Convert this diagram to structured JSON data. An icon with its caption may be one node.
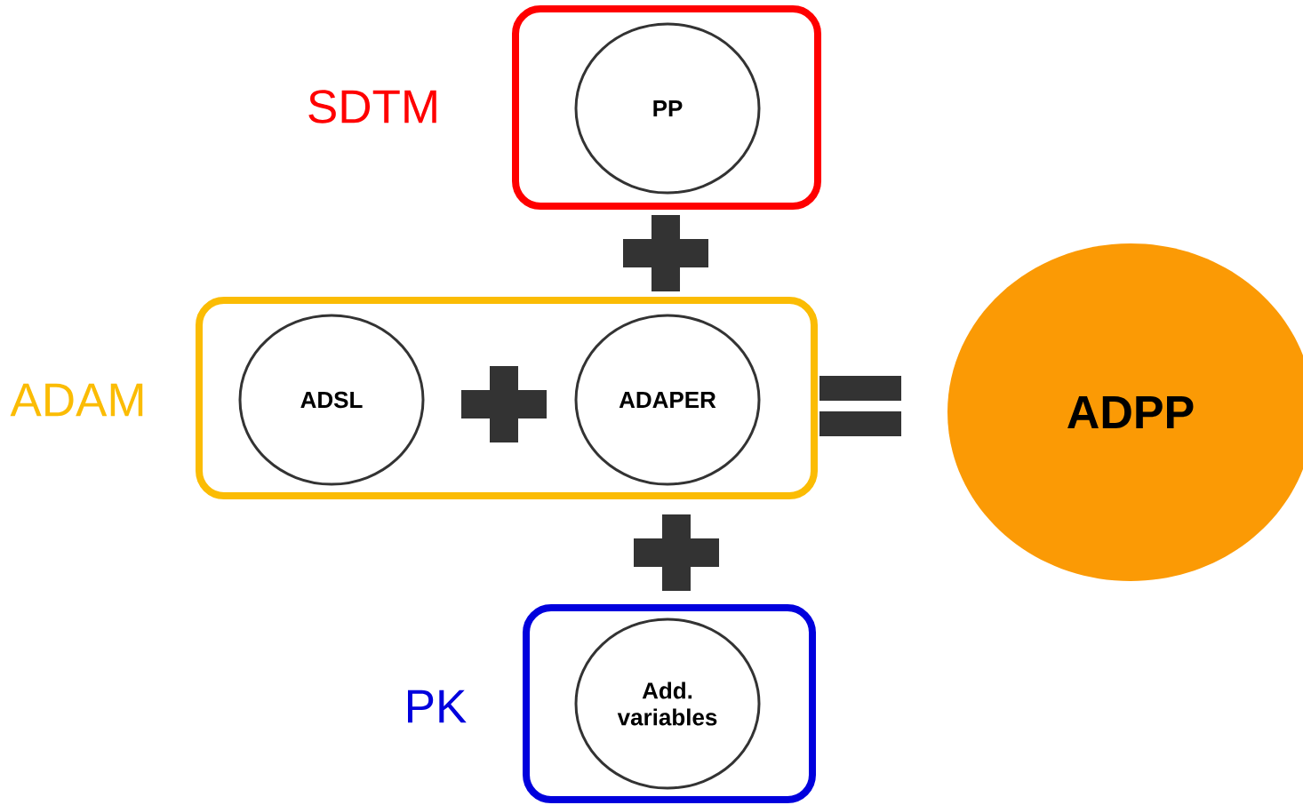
{
  "diagram": {
    "nodes": [
      {
        "text": [
          "SDTM"
        ]
      },
      {
        "text": [
          "PP"
        ],
        "in": 0
      },
      {
        "text": [
          "ADAM"
        ]
      },
      {
        "text": [
          "ADSL"
        ],
        "in": 2
      },
      {
        "text": [
          "ADAPER"
        ],
        "in": 2
      },
      {
        "text": [
          "PK"
        ]
      },
      {
        "text": [
          "Add. variables"
        ],
        "in": 5
      },
      {
        "text": [
          "ADPP"
        ]
      }
    ],
    "edges": []
  }
}
